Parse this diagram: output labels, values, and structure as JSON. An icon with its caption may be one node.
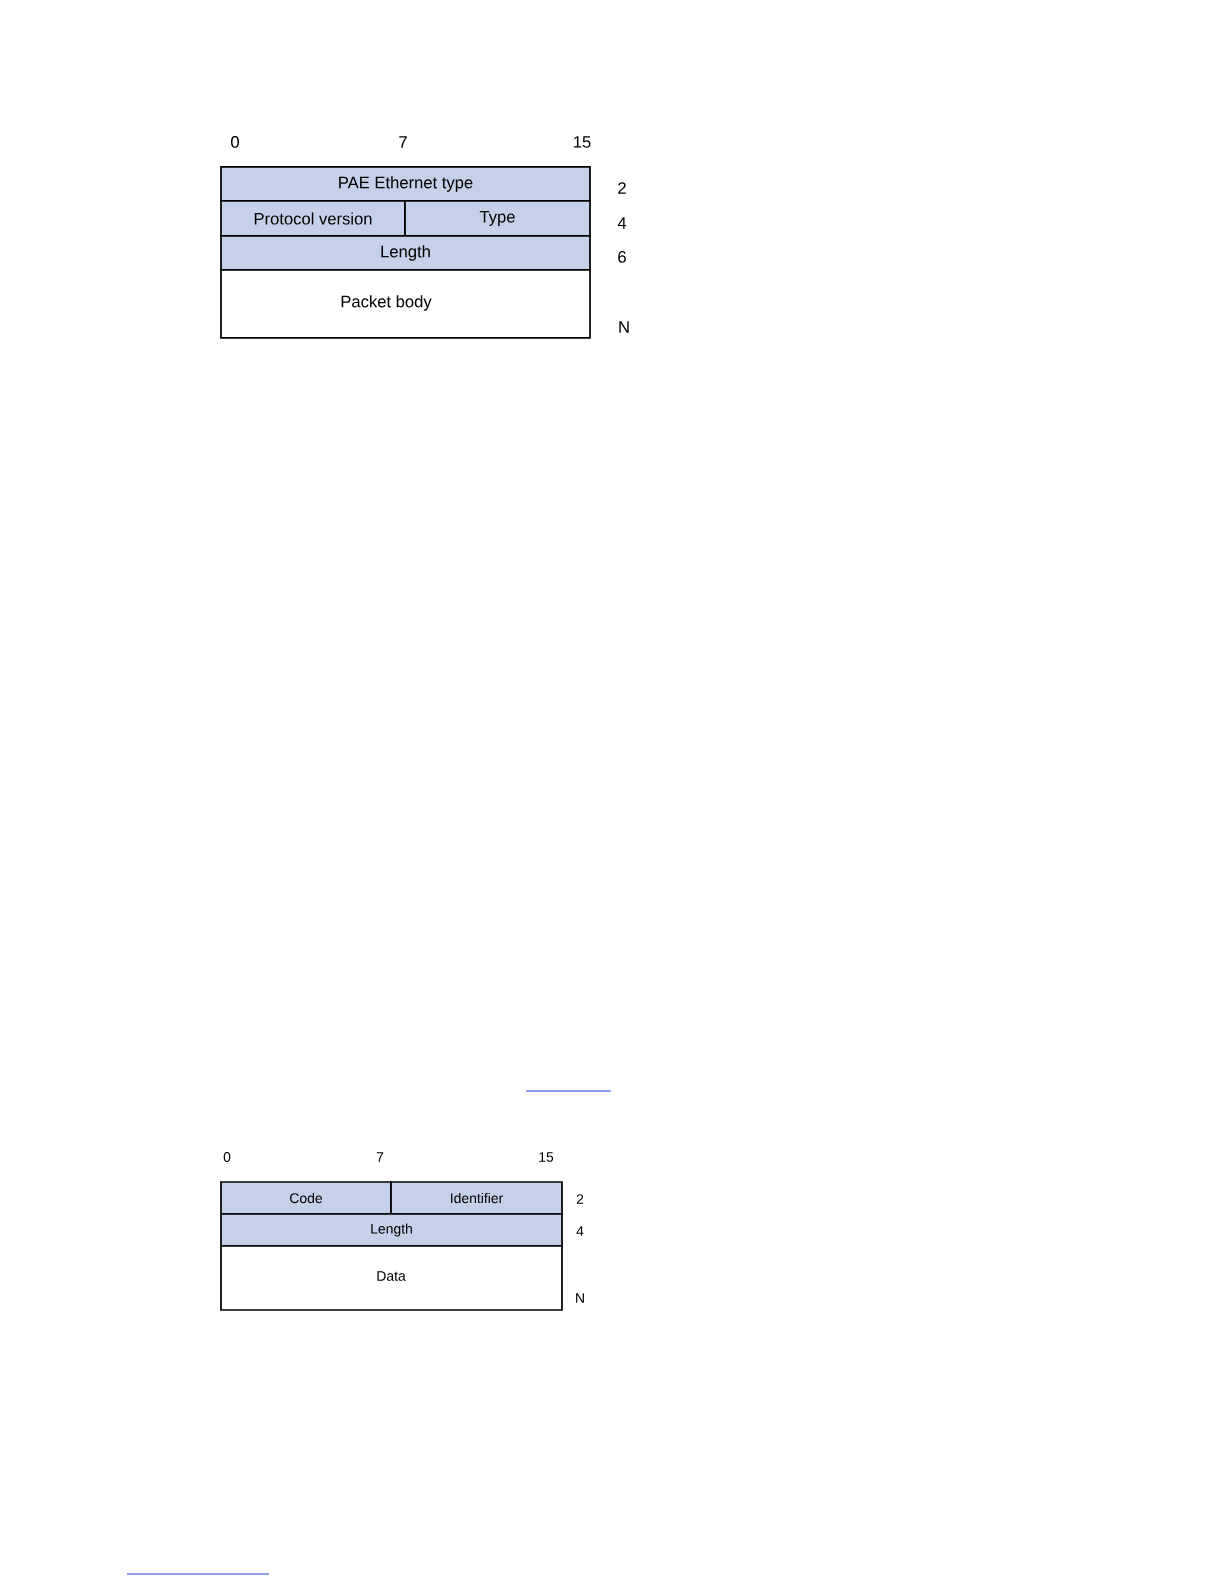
{
  "diagram": {
    "nodes": [
      {
        "text": [
          "PAE Ethernet type"
        ]
      },
      {
        "text": [
          "Protocol version"
        ]
      },
      {
        "text": [
          "Type"
        ]
      },
      {
        "text": [
          "Length"
        ]
      },
      {
        "text": [
          "Packet body"
        ]
      },
      {
        "text": [
          "Code"
        ]
      },
      {
        "text": [
          "Identifier"
        ]
      },
      {
        "text": [
          "Length"
        ]
      },
      {
        "text": [
          "Data"
        ]
      }
    ],
    "edges": [],
    "labels": [
      "0",
      "7",
      "15",
      "2",
      "4",
      "6",
      "N",
      "0",
      "7",
      "15",
      "2",
      "4",
      "N"
    ]
  }
}
